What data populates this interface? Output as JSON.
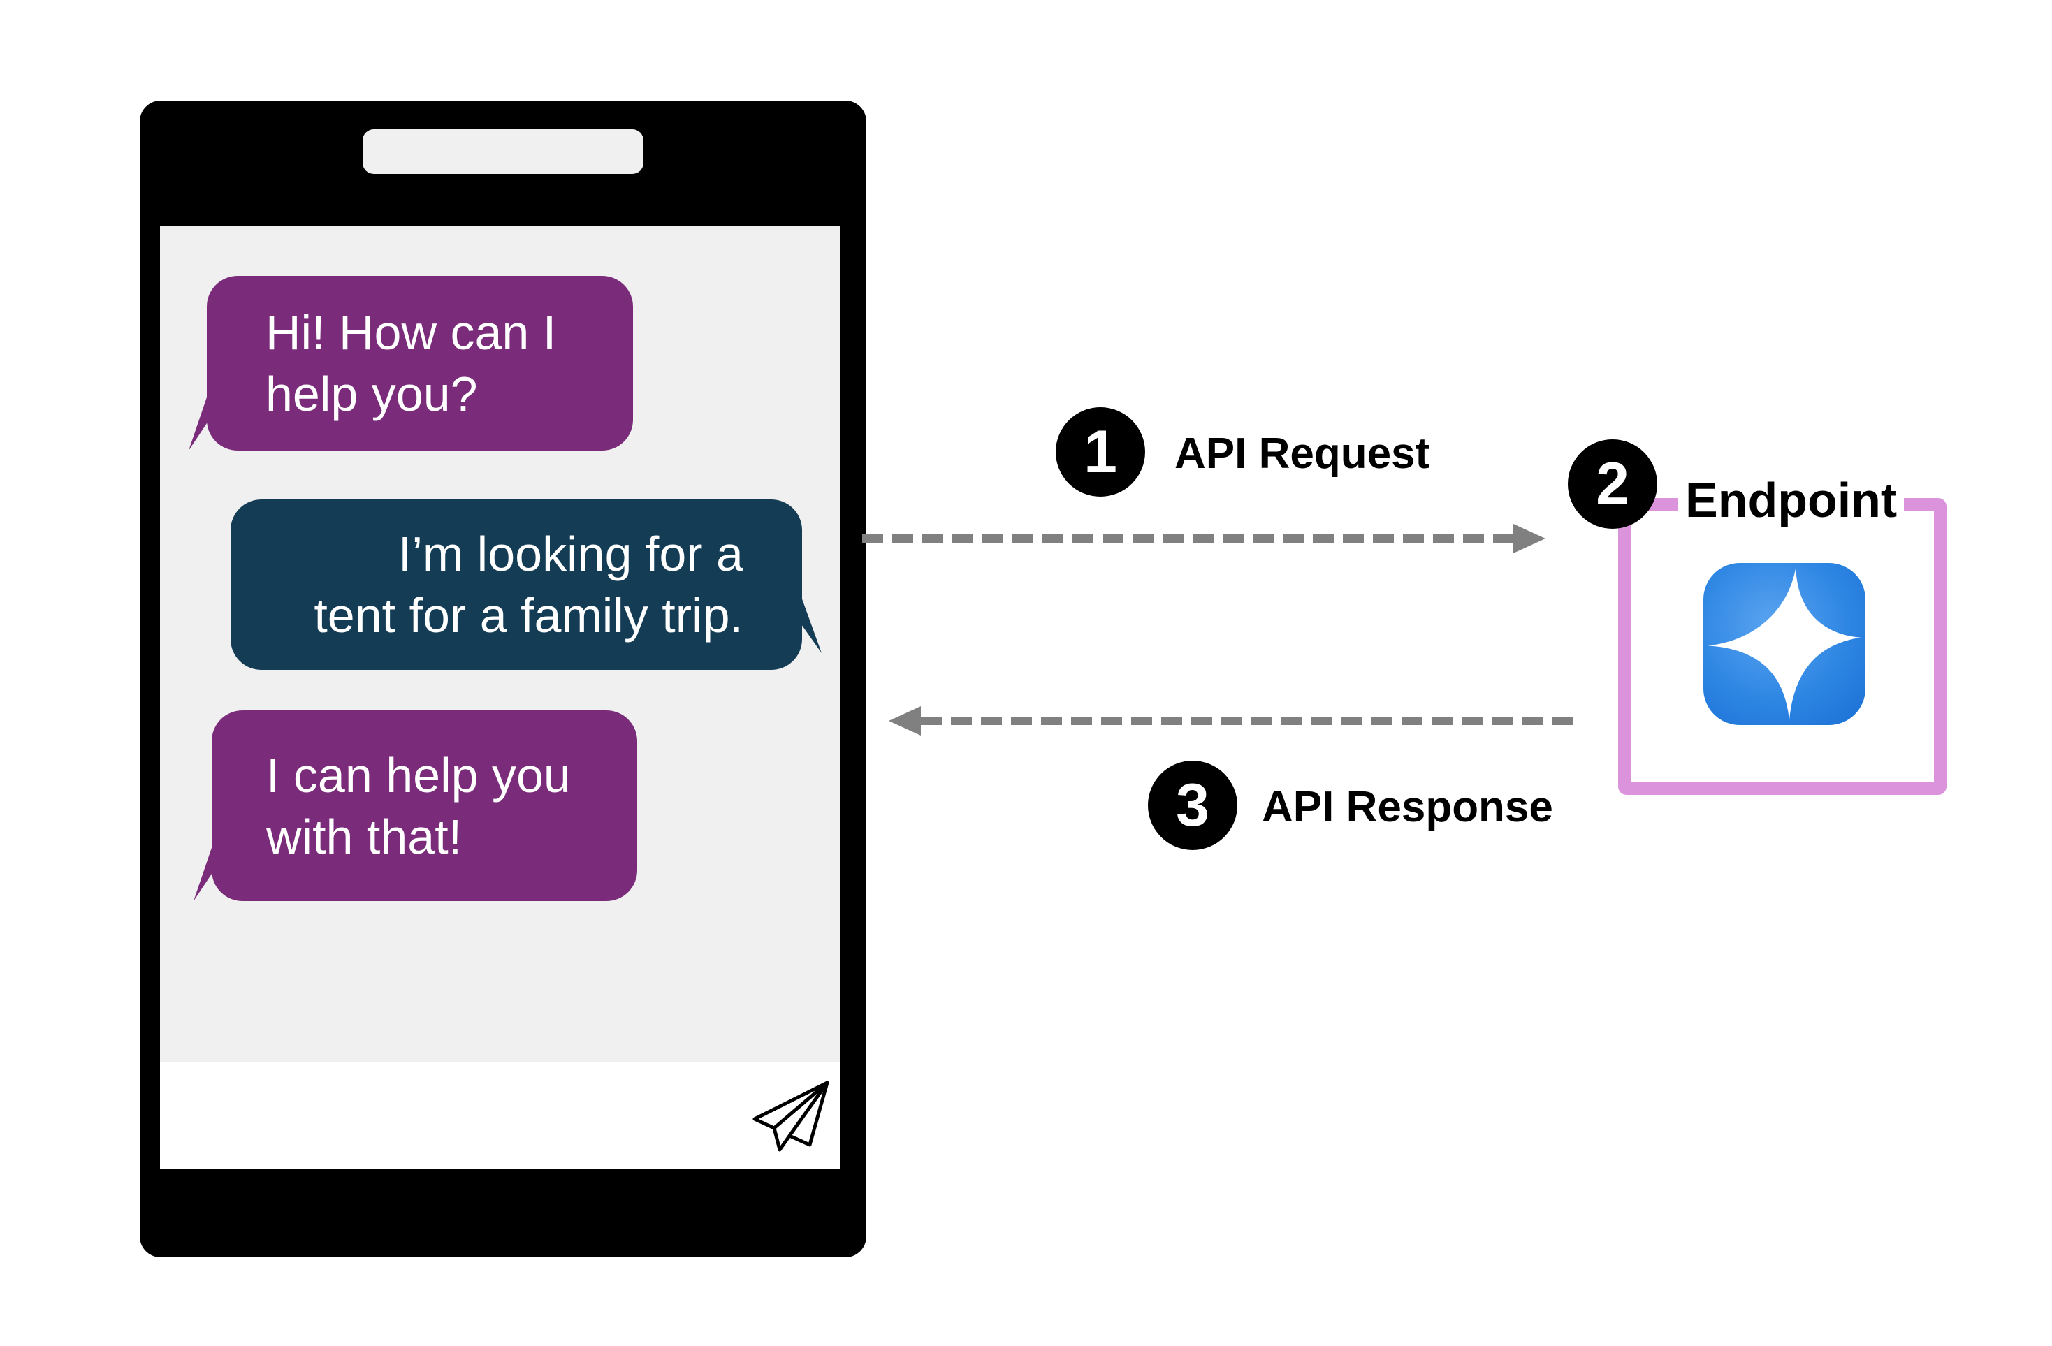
{
  "colors": {
    "assistant_bubble": "#7a2b79",
    "user_bubble": "#143c55",
    "endpoint_border": "#db94dc",
    "icon_blue_start": "#5aa4f0",
    "icon_blue_end": "#1b6fd4",
    "arrow_gray": "#808080",
    "phone_black": "#000000",
    "screen_gray": "#f0f0f1"
  },
  "phone": {
    "messages": [
      {
        "from": "assistant",
        "lines": [
          "Hi! How can I",
          "help you?"
        ]
      },
      {
        "from": "user",
        "lines": [
          "I’m looking for a",
          "tent for a family trip."
        ]
      },
      {
        "from": "assistant",
        "lines": [
          "I can help you",
          "with that!"
        ]
      }
    ],
    "send_icon": "paper-plane-icon"
  },
  "flow": {
    "steps": [
      {
        "number": "1",
        "label": "API Request"
      },
      {
        "number": "2",
        "label": "Endpoint"
      },
      {
        "number": "3",
        "label": "API Response"
      }
    ],
    "endpoint_icon": "sparkle-icon"
  }
}
